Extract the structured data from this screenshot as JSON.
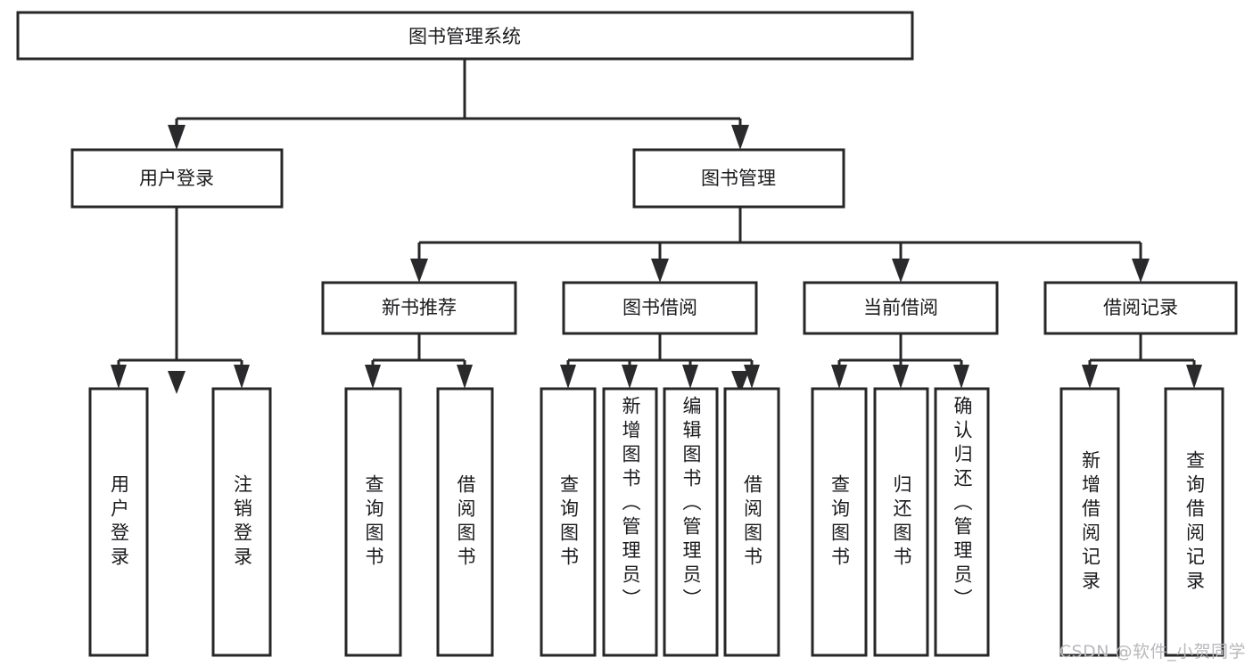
{
  "diagram": {
    "title": "图书管理系统",
    "type": "tree",
    "watermark": "CSDN @软件_小贺同学",
    "colors": {
      "box_stroke": "#27272a",
      "box_fill": "#ffffff",
      "connector": "#27272a",
      "text": "#1b1b1f",
      "watermark": "#b9b9bd",
      "background": "#ffffff"
    },
    "levels": {
      "root": {
        "label": "图书管理系统",
        "orientation": "horizontal"
      },
      "level2": [
        {
          "id": "user-login",
          "label": "用户登录",
          "orientation": "horizontal"
        },
        {
          "id": "book-manage",
          "label": "图书管理",
          "orientation": "horizontal"
        }
      ],
      "level3": [
        {
          "id": "new-book-rec",
          "label": "新书推荐",
          "orientation": "horizontal",
          "parent": "book-manage"
        },
        {
          "id": "book-borrow",
          "label": "图书借阅",
          "orientation": "horizontal",
          "parent": "book-manage"
        },
        {
          "id": "current-borrow",
          "label": "当前借阅",
          "orientation": "horizontal",
          "parent": "book-manage"
        },
        {
          "id": "borrow-record",
          "label": "借阅记录",
          "orientation": "horizontal",
          "parent": "book-manage"
        }
      ],
      "leaves": [
        {
          "id": "leaf-user-login",
          "label": "用户登录",
          "orientation": "vertical",
          "parent": "user-login"
        },
        {
          "id": "leaf-logout",
          "label": "注销登录",
          "orientation": "vertical",
          "parent": "user-login"
        },
        {
          "id": "leaf-query-book-1",
          "label": "查询图书",
          "orientation": "vertical",
          "parent": "new-book-rec"
        },
        {
          "id": "leaf-borrow-book-1",
          "label": "借阅图书",
          "orientation": "vertical",
          "parent": "new-book-rec"
        },
        {
          "id": "leaf-query-book-2",
          "label": "查询图书",
          "orientation": "vertical",
          "parent": "book-borrow"
        },
        {
          "id": "leaf-add-book",
          "label": "新增图书（管理员）",
          "orientation": "vertical",
          "parent": "book-borrow"
        },
        {
          "id": "leaf-edit-book",
          "label": "编辑图书（管理员）",
          "orientation": "vertical",
          "parent": "book-borrow"
        },
        {
          "id": "leaf-borrow-book-2",
          "label": "借阅图书",
          "orientation": "vertical",
          "parent": "book-borrow"
        },
        {
          "id": "leaf-query-book-3",
          "label": "查询图书",
          "orientation": "vertical",
          "parent": "current-borrow"
        },
        {
          "id": "leaf-return-book",
          "label": "归还图书",
          "orientation": "vertical",
          "parent": "current-borrow"
        },
        {
          "id": "leaf-confirm-return",
          "label": "确认归还（管理员）",
          "orientation": "vertical",
          "parent": "current-borrow"
        },
        {
          "id": "leaf-add-record",
          "label": "新增借阅记录",
          "orientation": "vertical",
          "parent": "borrow-record"
        },
        {
          "id": "leaf-query-record",
          "label": "查询借阅记录",
          "orientation": "vertical",
          "parent": "borrow-record"
        }
      ]
    }
  }
}
